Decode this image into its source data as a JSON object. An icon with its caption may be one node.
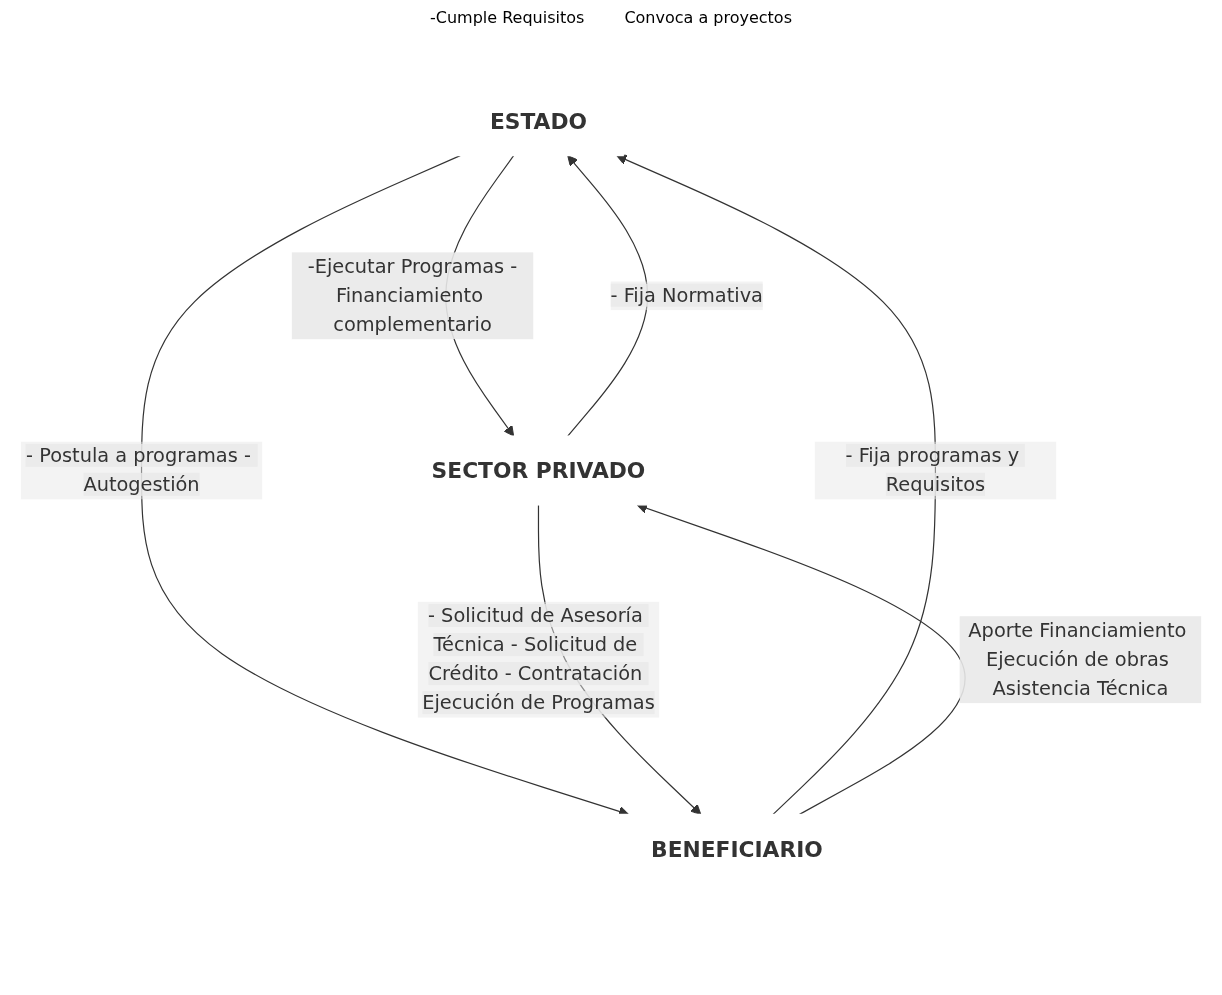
{
  "diagram": {
    "nodes": [
      {
        "text": [
          "ESTADO"
        ]
      },
      {
        "text": [
          "SECTOR PRIVADO"
        ]
      },
      {
        "text": [
          "BENEFICIARIO"
        ]
      }
    ],
    "edges": [
      {
        "from": 0,
        "to": 1,
        "arrow": "to",
        "label": "-Ejecutar Programas -Financiamiento complementario"
      },
      {
        "from": 1,
        "to": 0,
        "arrow": "to",
        "label": "- Fija Normativa"
      },
      {
        "from": 0,
        "to": 2,
        "arrow": "to",
        "label": "- Postula a programas - Autogestión"
      },
      {
        "from": 2,
        "to": 0,
        "arrow": "to",
        "label": "- Fija programas y Requisitos"
      },
      {
        "from": 1,
        "to": 2,
        "arrow": "to",
        "label": "- Solicitud de Asesoría Técnica - Solicitud de Crédito - Contratación Ejecución de Programas"
      },
      {
        "from": 2,
        "to": 1,
        "arrow": "to",
        "label": "Aporte Financiamiento Ejecución de obras Asistencia Técnica"
      }
    ],
    "labels": [
      "-Cumple Requisitos",
      "Convoca a proyectos"
    ]
  }
}
